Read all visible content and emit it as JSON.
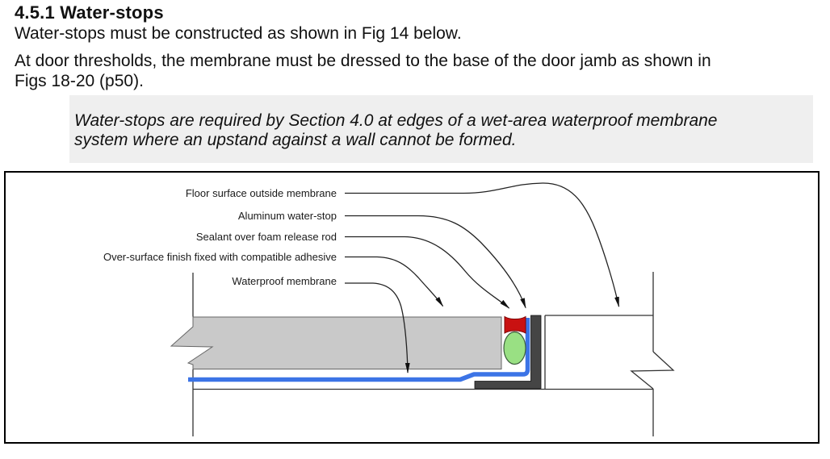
{
  "page": {
    "background": "#ffffff"
  },
  "heading": "4.5.1 Water-stops",
  "paragraphs": {
    "para1": "Water-stops must be constructed as shown in Fig 14 below.",
    "para2_line1": "At door thresholds, the membrane must be dressed to the base of the door jamb as shown in",
    "para2_line2": "Figs 18-20 (p50)."
  },
  "note": {
    "line1": "Water-stops are required by Section 4.0 at edges of a wet-area waterproof membrane",
    "line2": "system where an upstand against a wall cannot be formed.",
    "background": "#efefef"
  },
  "figure": {
    "labels": [
      "Floor surface outside membrane",
      "Aluminum water-stop",
      "Sealant over foam release rod",
      "Over-surface finish fixed with compatible adhesive",
      "Waterproof membrane"
    ],
    "colors": {
      "membrane_blue": "#3c74e6",
      "sealant_red": "#c91111",
      "foam_rod_green": "#99e083",
      "water_stop_dark": "#454545",
      "finish_slab_gray": "#c9c9c9",
      "note_background": "#efefef",
      "line_color": "#333333"
    }
  }
}
